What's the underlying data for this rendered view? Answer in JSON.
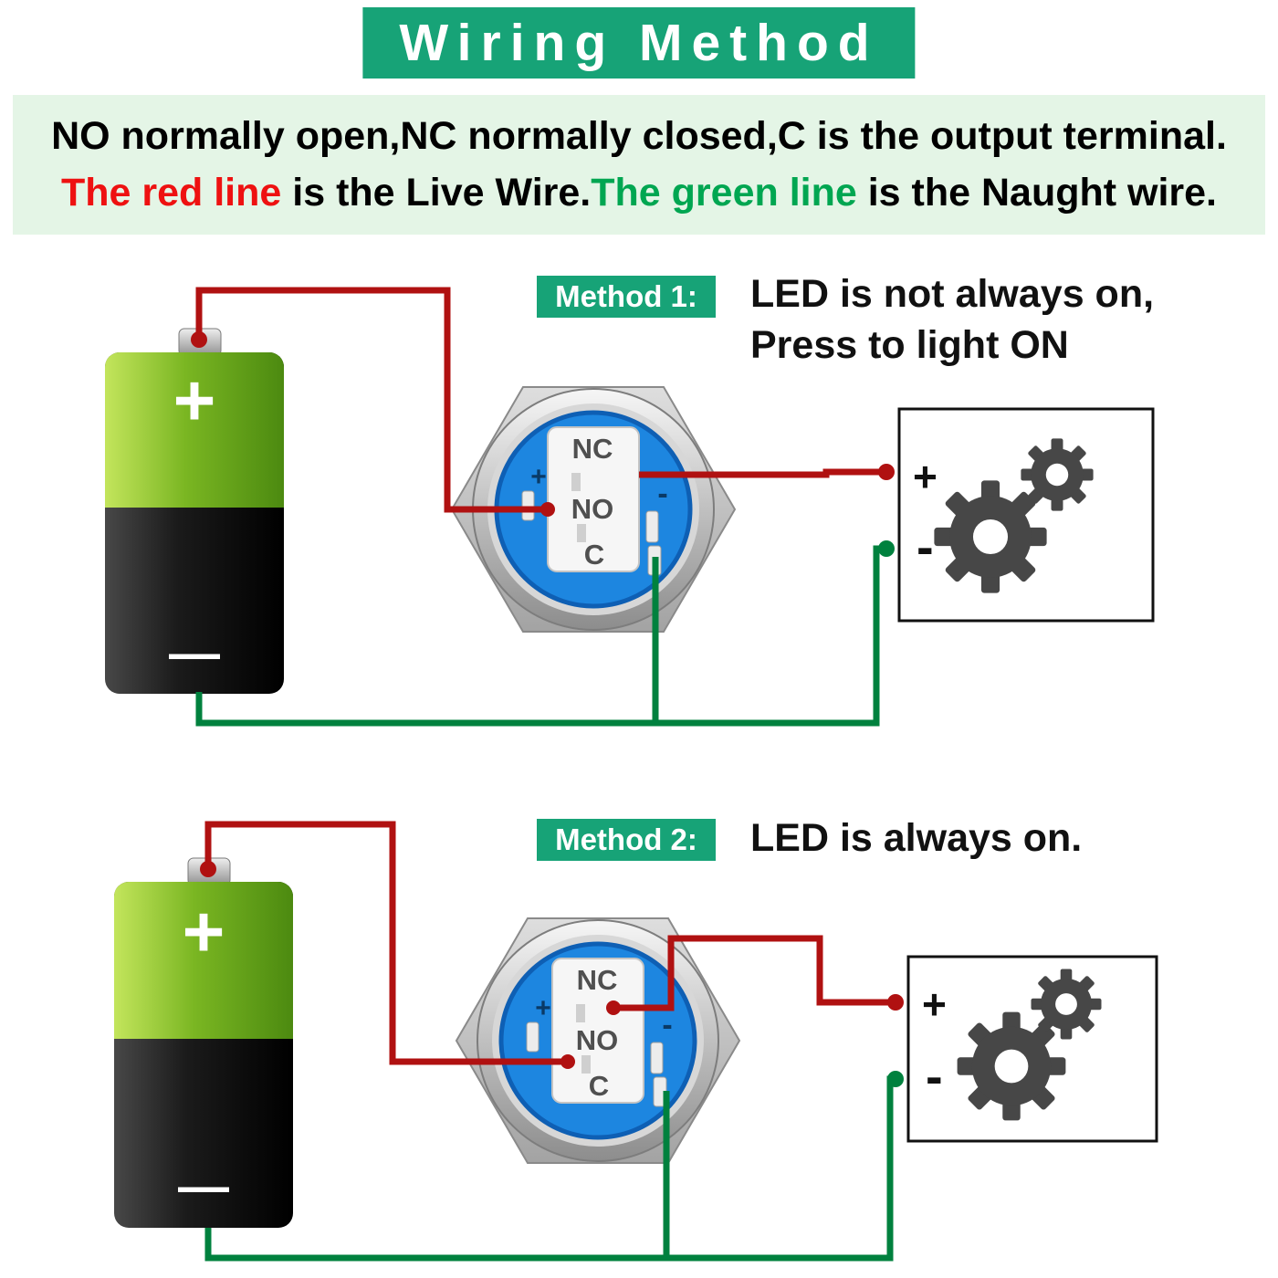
{
  "header": {
    "title": "Wiring Method"
  },
  "description": {
    "line1": "NO normally open,NC normally closed,C is the output terminal.",
    "line2": {
      "red": "The red line",
      "mid": " is the Live Wire.",
      "green": "The green line",
      "end": " is the Naught wire."
    }
  },
  "method1": {
    "badge": "Method 1:",
    "note_line1": "LED is not always on,",
    "note_line2": "Press to light ON"
  },
  "method2": {
    "badge": "Method 2:",
    "note": "LED is always on."
  },
  "switch": {
    "nc": "NC",
    "no": "NO",
    "c": "C",
    "plus": "+",
    "minus": "-"
  },
  "battery": {
    "plus": "+",
    "minus": "—"
  },
  "load": {
    "plus": "+",
    "minus": "-"
  },
  "colors": {
    "badge_green": "#17a377",
    "desc_bg": "#e4f5e6",
    "text_red": "#ee1111",
    "text_green": "#00a651",
    "wire_red": "#b01111",
    "wire_green": "#00813e",
    "switch_blue": "#1d86e0",
    "battery_green": "#7ab622"
  }
}
